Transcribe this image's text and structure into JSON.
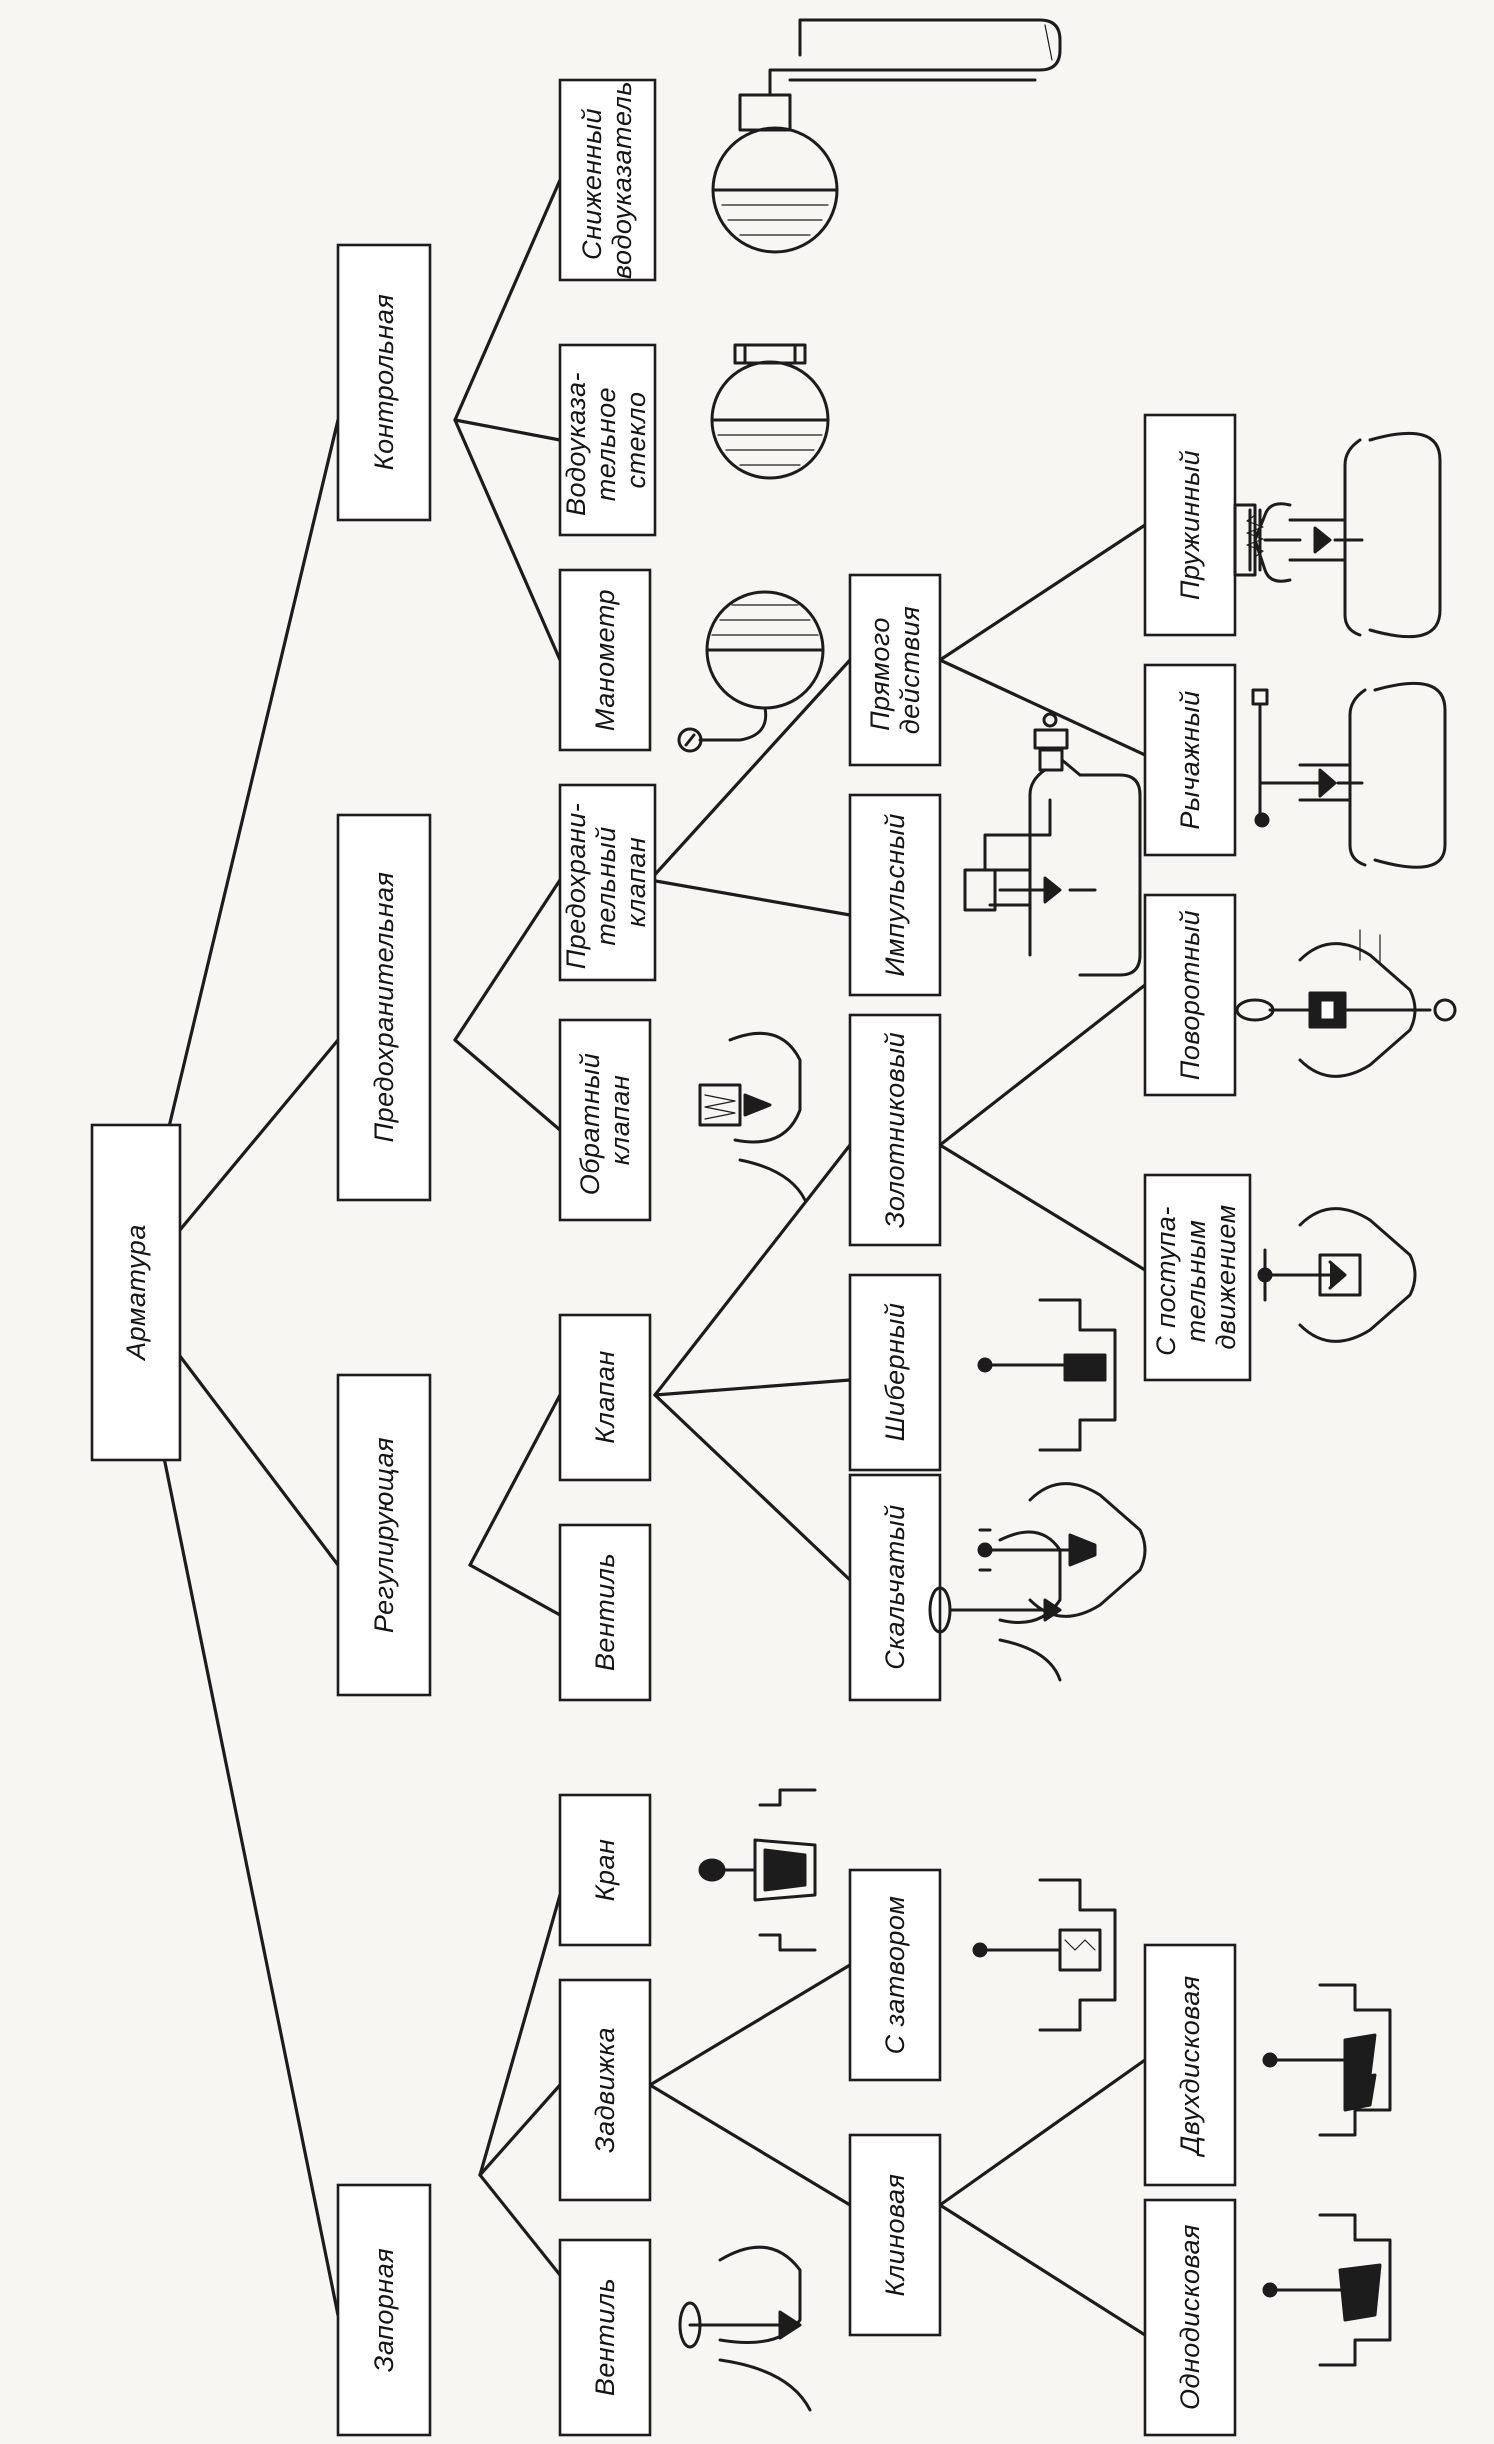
{
  "diagram": {
    "root": {
      "label": "Арматура"
    },
    "categories": {
      "zapornaya": {
        "label": "Запорная"
      },
      "reguliruyushchaya": {
        "label": "Регулирующая"
      },
      "predokhranitelnaya": {
        "label": "Предохранительная"
      },
      "kontrolnaya": {
        "label": "Контрольная"
      }
    },
    "zapornaya_children": {
      "ventil": {
        "label": "Вентиль"
      },
      "zadvizhka": {
        "label": "Задвижка"
      },
      "kran": {
        "label": "Кран"
      }
    },
    "zadvizhka_children": {
      "klinovaya": {
        "label": "Клиновая"
      },
      "s_zatvorom": {
        "label": "С затвором"
      }
    },
    "klinovaya_children": {
      "odnodiskovaya": {
        "label": "Однодисковая"
      },
      "dvukhdiskovaya": {
        "label": "Двухдисковая"
      }
    },
    "reguliruyushchaya_children": {
      "ventil": {
        "label": "Вентиль"
      },
      "klapan": {
        "label": "Клапан"
      }
    },
    "klapan_children": {
      "skalchatyy": {
        "label": "Скальчатый"
      },
      "shibernyy": {
        "label": "Шиберный"
      },
      "zolotnikovyy": {
        "label": "Золотниковый"
      }
    },
    "zolotnikovyy_children": {
      "s_postupatelnym": {
        "lines": [
          "С поступа-",
          "тельным",
          "движением"
        ]
      },
      "povorotnyy": {
        "label": "Поворотный"
      }
    },
    "predokhranitelnaya_children": {
      "obratnyy_klapan": {
        "lines": [
          "Обратный",
          "клапан"
        ]
      },
      "predokhranitelnyy_klapan": {
        "lines": [
          "Предохрани-",
          "тельный",
          "клапан"
        ]
      }
    },
    "predokhranitelnyy_klapan_children": {
      "impulsnyy": {
        "label": "Импульсный"
      },
      "pryamogo_deystviya": {
        "lines": [
          "Прямого",
          "действия"
        ]
      }
    },
    "pryamogo_deystviya_children": {
      "rychazhnyy": {
        "label": "Рычажный"
      },
      "pruzhinnyy": {
        "label": "Пружинный"
      }
    },
    "kontrolnaya_children": {
      "manometr": {
        "label": "Манометр"
      },
      "vodoukazatelnoe_steklo": {
        "lines": [
          "Водоуказа-",
          "тельное",
          "стекло"
        ]
      },
      "snizhennyy_vodoukazatel": {
        "lines": [
          "Сниженный",
          "водоуказатель"
        ]
      }
    }
  }
}
